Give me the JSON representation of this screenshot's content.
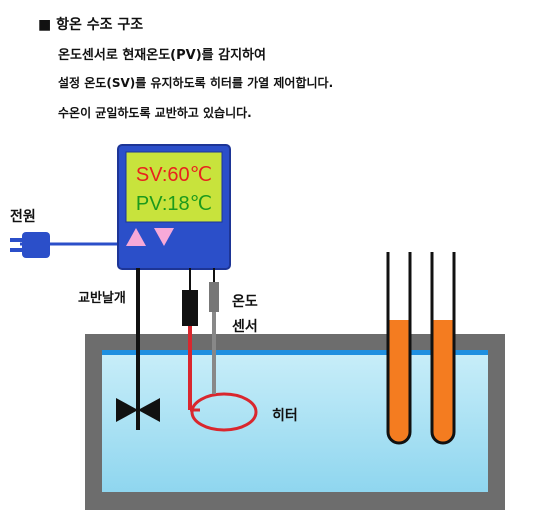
{
  "header": {
    "title": "■ 항온 수조 구조",
    "lines": [
      "온도센서로 현재온도(PV)를 감지하여",
      "설정 온도(SV)를 유지하도록 히터를 가열 제어합니다.",
      "수온이 균일하도록 교반하고 있습니다."
    ]
  },
  "controller": {
    "sv_text": "SV:60℃",
    "pv_text": "PV:18℃",
    "sv_color": "#e8231d",
    "pv_color": "#1c9a1c",
    "display_bg": "#c8e33c",
    "body_color": "#2b4fc9",
    "button_color": "#f7a9d8"
  },
  "labels": {
    "power": "전원",
    "stirrer": "교반날개",
    "sensor": [
      "온도",
      "센서"
    ],
    "heater": "히터"
  },
  "colors": {
    "water": "#aee3f5",
    "water_line": "#1e8fe0",
    "tank": "#6d6d6d",
    "heater": "#d9272e",
    "tube_liquid": "#f47c20"
  }
}
